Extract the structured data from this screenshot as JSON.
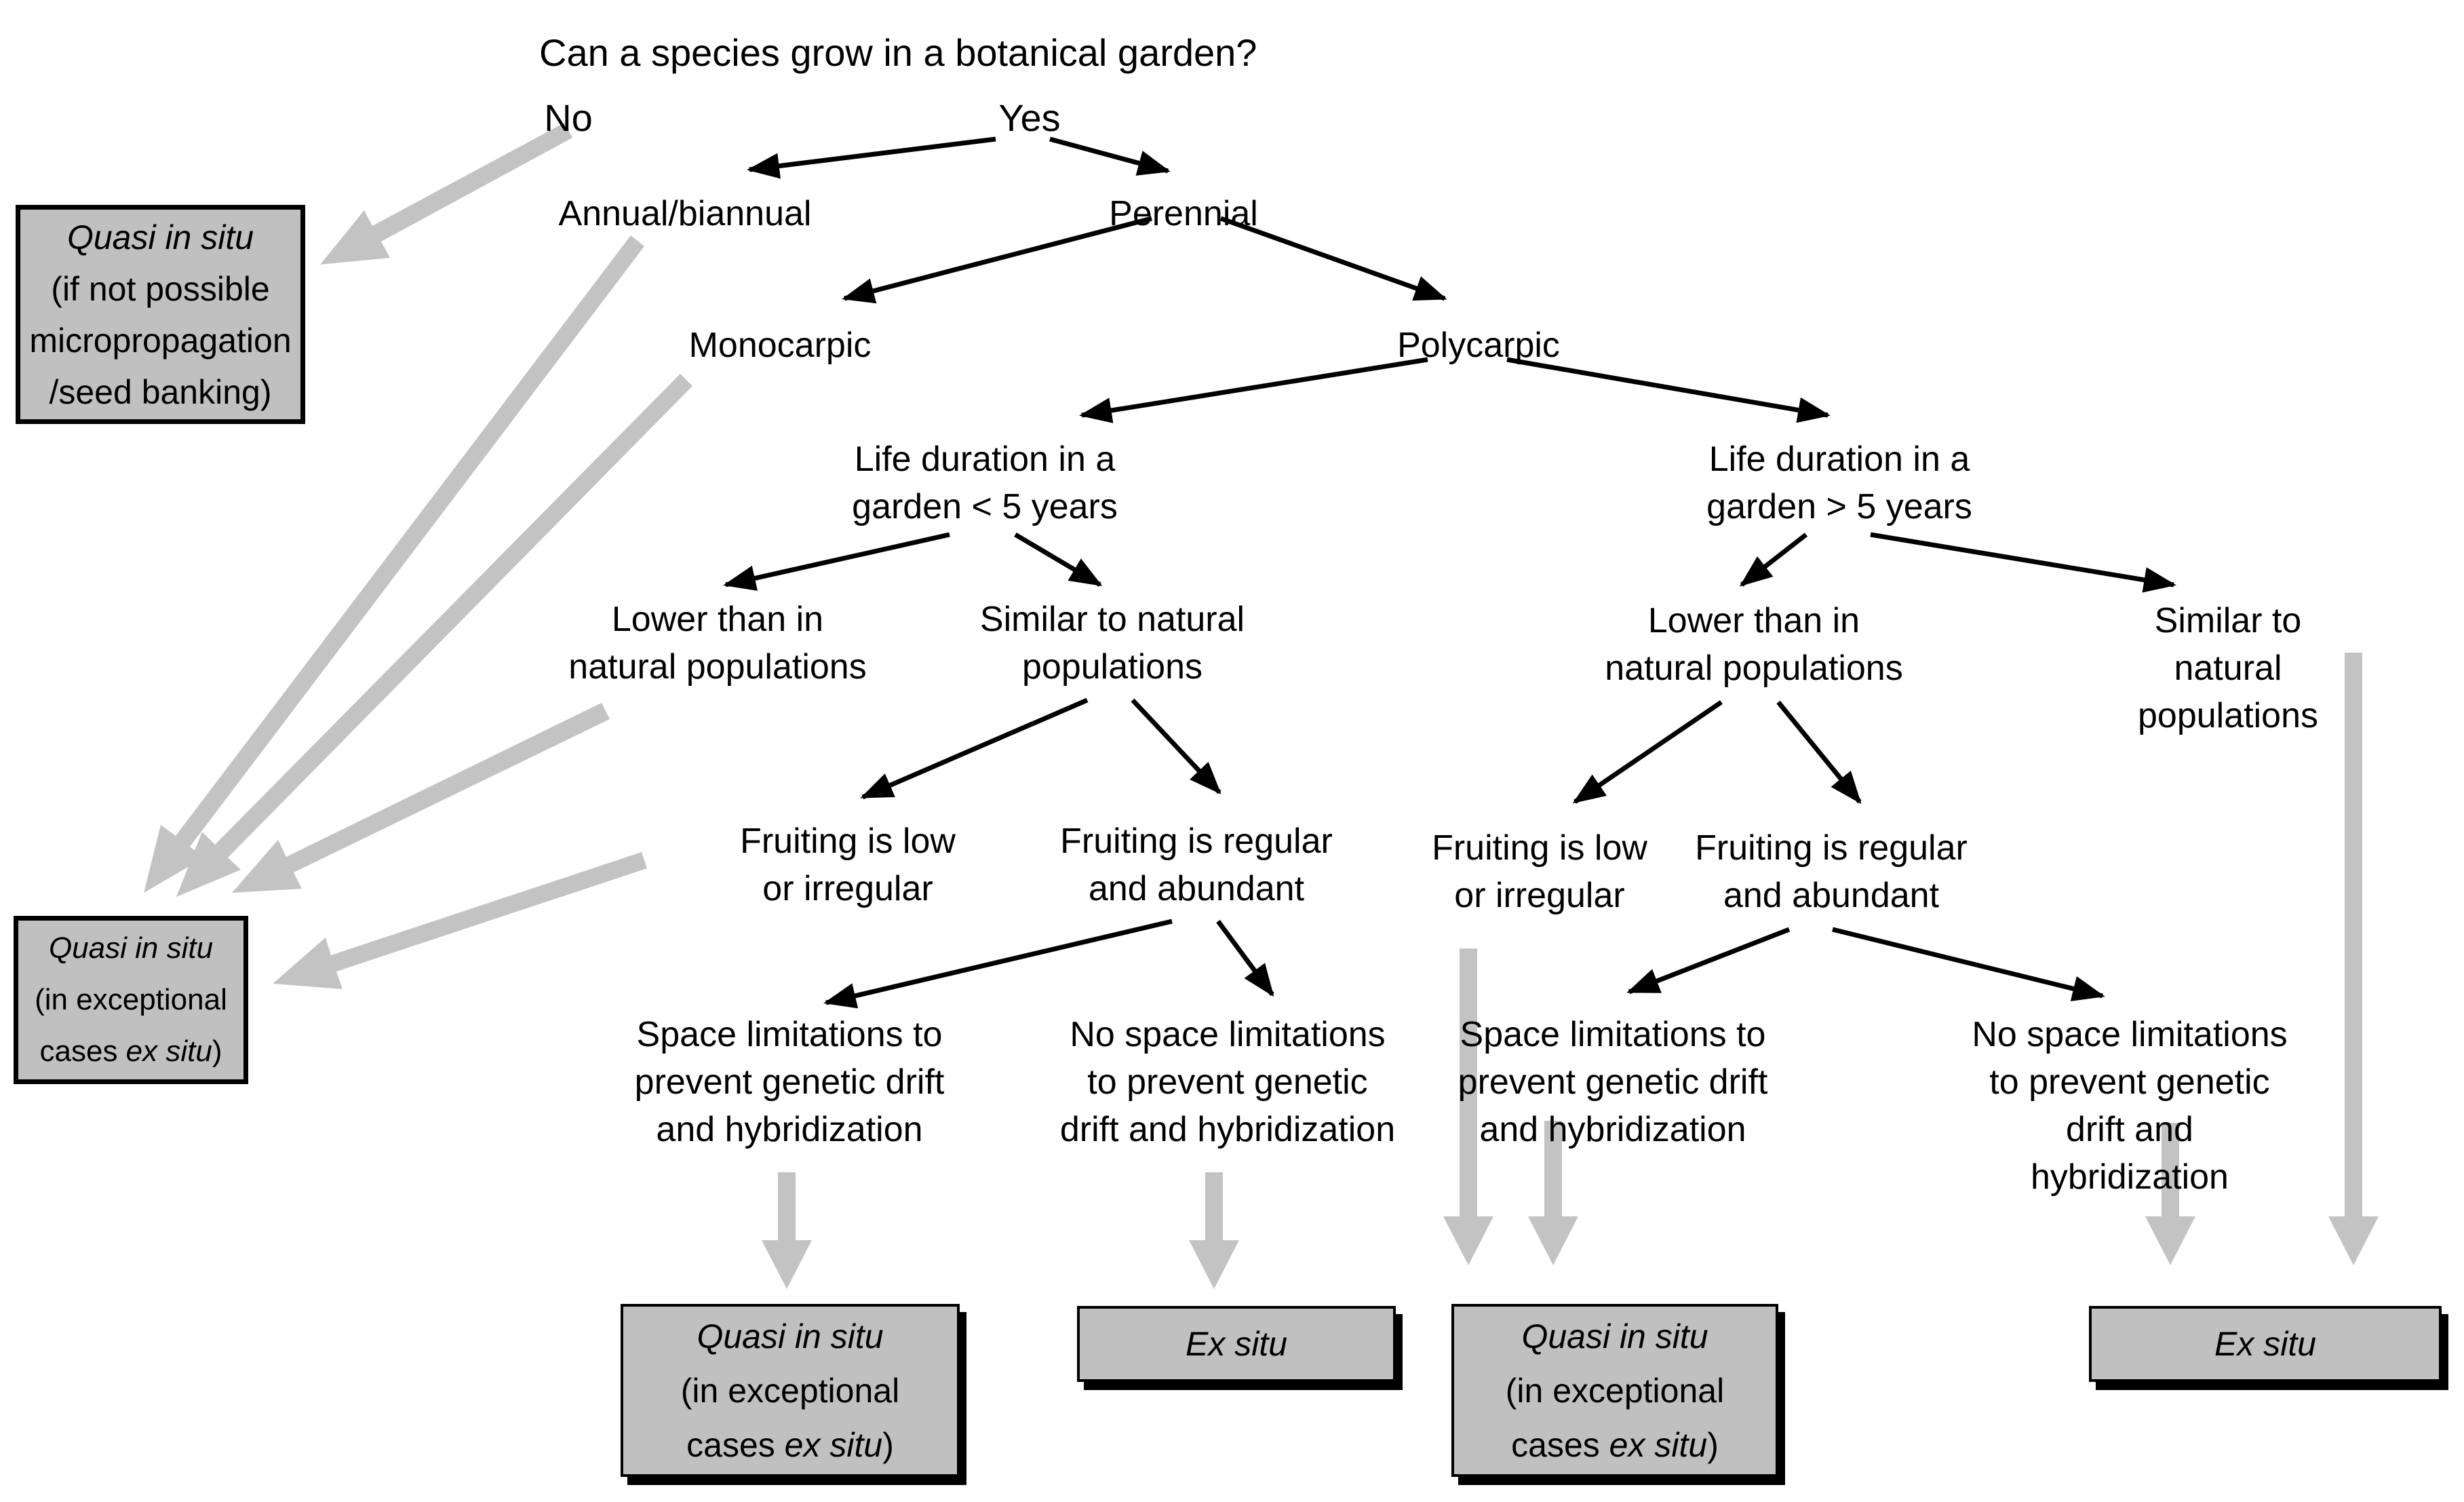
{
  "colors": {
    "box_fill": "#c0c0c0",
    "arrow_gray": "#c3c3c3",
    "line_black": "#000000",
    "background": "#ffffff"
  },
  "title": "Can a species grow in a botanical garden?",
  "nodes": {
    "no": "No",
    "yes": "Yes",
    "annual": "Annual/biannual",
    "perennial": "Perennial",
    "monocarpic": "Monocarpic",
    "polycarpic": "Polycarpic",
    "life_short": "Life duration in a\ngarden < 5 years",
    "life_long": "Life duration in a\ngarden > 5 years",
    "lower_left": "Lower than in\nnatural populations",
    "similar_left": "Similar to natural\npopulations",
    "lower_right": "Lower than in\nnatural populations",
    "similar_right": "Similar to natural\npopulations",
    "fruit_low_left": "Fruiting is low\nor irregular",
    "fruit_reg_left": "Fruiting is regular\nand abundant",
    "fruit_low_right": "Fruiting is low\nor irregular",
    "fruit_reg_right": "Fruiting is regular\nand abundant",
    "space_left": "Space limitations to\nprevent genetic drift\nand hybridization",
    "nospace_left": "No space limitations\nto prevent genetic\ndrift and hybridization",
    "space_right": "Space limitations to\nprevent genetic drift\nand hybridization",
    "nospace_right": "No space limitations\nto prevent genetic\ndrift and hybridization"
  },
  "boxes": {
    "quasi_seed": {
      "title": "Quasi in situ",
      "rest": "(if not possible\nmicropropagation\n/seed banking)"
    },
    "quasi_mid": {
      "title": "Quasi in situ",
      "line2": "(in exceptional",
      "line3_pre": "cases ",
      "line3_italic": "ex situ",
      "line3_post": ")"
    },
    "quasi_bottom_left": {
      "title": "Quasi in situ",
      "line2": "(in exceptional",
      "line3_pre": "cases ",
      "line3_italic": "ex situ",
      "line3_post": ")"
    },
    "ex_bottom_left": {
      "title": "Ex situ"
    },
    "quasi_bottom_right": {
      "title": "Quasi in situ",
      "line2": "(in exceptional",
      "line3_pre": "cases ",
      "line3_italic": "ex situ",
      "line3_post": ")"
    },
    "ex_bottom_right": {
      "title": "Ex situ"
    }
  }
}
